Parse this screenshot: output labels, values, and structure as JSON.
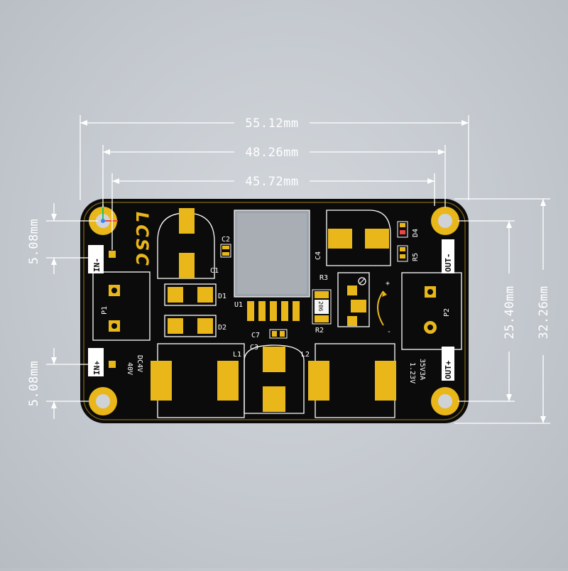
{
  "dimensions": {
    "width_outer": "55.12mm",
    "hole_spacing_wide": "48.26mm",
    "hole_spacing_narrow": "45.72mm",
    "height_outer": "32.26mm",
    "hole_spacing_vertical": "25.40mm",
    "terminal_pitch_top": "5.08mm",
    "terminal_pitch_bottom": "5.08mm"
  },
  "silkscreen": {
    "logo": "LCSC",
    "in_minus": "IN-",
    "in_plus": "IN+",
    "out_minus": "OUT-",
    "out_plus": "OUT+",
    "p1": "P1",
    "p2": "P2",
    "c1": "C1",
    "c2": "C2",
    "c3": "C3",
    "c4": "C4",
    "c7": "C7",
    "d1": "D1",
    "d2": "D2",
    "d4": "D4",
    "l1": "L1",
    "l2": "L2",
    "r2": "R2",
    "r3": "R3",
    "r5": "R5",
    "u1": "U1",
    "pot_value": "206",
    "input_spec_1": "DC4V",
    "input_spec_2": "40V",
    "output_spec_1": "1.23V",
    "output_spec_2": "35V3A",
    "pot_plus": "+",
    "pot_minus": "-"
  },
  "colors": {
    "background": "#c6cbd1",
    "pcb": "#0b0b0b",
    "pad_gold": "#e9b71a",
    "silkscreen": "#ffffff",
    "dimension_lines": "#ffffff"
  }
}
